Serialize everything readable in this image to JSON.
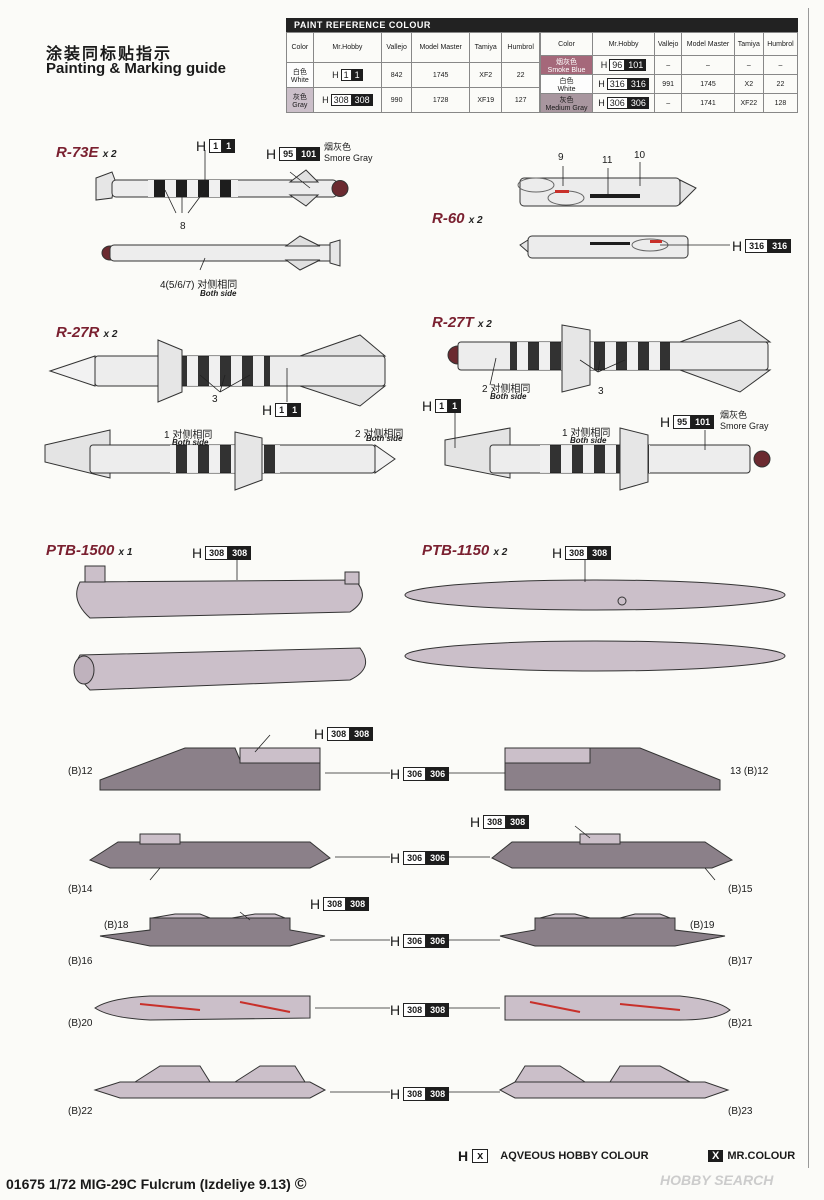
{
  "header": {
    "title_cn": "涂装同标贴指示",
    "title_en": "Painting & Marking guide"
  },
  "paint_reference": {
    "heading": "PAINT  REFERENCE COLOUR",
    "columns": [
      "Color",
      "Mr.Hobby",
      "Vallejo",
      "Model Master",
      "Tamiya",
      "Humbrol"
    ],
    "left_rows": [
      {
        "color_cn": "白色",
        "color_en": "White",
        "h": "1",
        "mr": "1",
        "vallejo": "842",
        "mm": "1745",
        "tamiya": "XF2",
        "humbrol": "22"
      },
      {
        "color_cn": "灰色",
        "color_en": "Gray",
        "h": "308",
        "mr": "308",
        "vallejo": "990",
        "mm": "1728",
        "tamiya": "XF19",
        "humbrol": "127"
      }
    ],
    "right_rows": [
      {
        "color_cn": "烟灰色",
        "color_en": "Smoke Blue",
        "h": "96",
        "mr": "101",
        "vallejo": "–",
        "mm": "–",
        "tamiya": "–",
        "humbrol": "–"
      },
      {
        "color_cn": "白色",
        "color_en": "White",
        "h": "316",
        "mr": "316",
        "vallejo": "991",
        "mm": "1745",
        "tamiya": "X2",
        "humbrol": "22"
      },
      {
        "color_cn": "灰色",
        "color_en": "Medium Gray",
        "h": "306",
        "mr": "306",
        "vallejo": "–",
        "mm": "1741",
        "tamiya": "XF22",
        "humbrol": "128"
      }
    ]
  },
  "sections": {
    "r73e": {
      "name": "R-73E",
      "mult": "x 2",
      "code_h": "1",
      "code_mr": "1",
      "nose_h": "95",
      "nose_mr": "101",
      "nose_cn": "烟灰色",
      "nose_en": "Smore Gray",
      "c8": "8",
      "c4": "4(5/6/7)",
      "both_cn": "对侧相同",
      "both_en": "Both side"
    },
    "r60": {
      "name": "R-60",
      "mult": "x 2",
      "c9": "9",
      "c11": "11",
      "c10": "10",
      "code_h": "316",
      "code_mr": "316"
    },
    "r27r": {
      "name": "R-27R",
      "mult": "x 2",
      "c3": "3",
      "code_h": "1",
      "code_mr": "1",
      "c1": "1",
      "c2": "2",
      "both_cn": "对侧相同",
      "both_en": "Both side"
    },
    "r27t": {
      "name": "R-27T",
      "mult": "x 2",
      "c2": "2",
      "c3": "3",
      "c1": "1",
      "code_h": "1",
      "code_mr": "1",
      "nose_h": "95",
      "nose_mr": "101",
      "nose_cn": "烟灰色",
      "nose_en": "Smore Gray",
      "both_cn": "对侧相同",
      "both_en": "Both side"
    },
    "ptb1500": {
      "name": "PTB-1500",
      "mult": "x 1",
      "code_h": "308",
      "code_mr": "308"
    },
    "ptb1150": {
      "name": "PTB-1150",
      "mult": "x 2",
      "code_h": "308",
      "code_mr": "308"
    },
    "pylons": {
      "top_code_h": "308",
      "top_code_mr": "308",
      "row1_code_h": "306",
      "row1_code_mr": "306",
      "row2_top_h": "308",
      "row2_top_mr": "308",
      "row2_code_h": "306",
      "row2_code_mr": "306",
      "row3_top_h": "308",
      "row3_top_mr": "308",
      "row3_code_h": "306",
      "row3_code_mr": "306",
      "row4_code_h": "308",
      "row4_code_mr": "308",
      "row5_code_h": "308",
      "row5_code_mr": "308",
      "b12": "(B)12",
      "b13": "13  (B)12",
      "b14": "(B)14",
      "b15": "(B)15",
      "b18": "(B)18",
      "b16": "(B)16",
      "b19": "(B)19",
      "b17": "(B)17",
      "b20": "(B)20",
      "b21": "(B)21",
      "b22": "(B)22",
      "b23": "(B)23"
    }
  },
  "legend": {
    "h_letter": "H",
    "h_box": "x",
    "h_text": "AQVEOUS HOBBY COLOUR",
    "mr_box": "X",
    "mr_text": "MR.COLOUR"
  },
  "footer": {
    "text": "01675 1/72 MIG-29C Fulcrum (Izdeliye 9.13)",
    "copyright": "©",
    "watermark": "HOBBY SEARCH"
  },
  "colors": {
    "gray": "#cbbfc9",
    "medium_gray": "#8b8089",
    "smoke": "#a5687a",
    "black": "#1d1d1d",
    "red": "#c8302a"
  }
}
